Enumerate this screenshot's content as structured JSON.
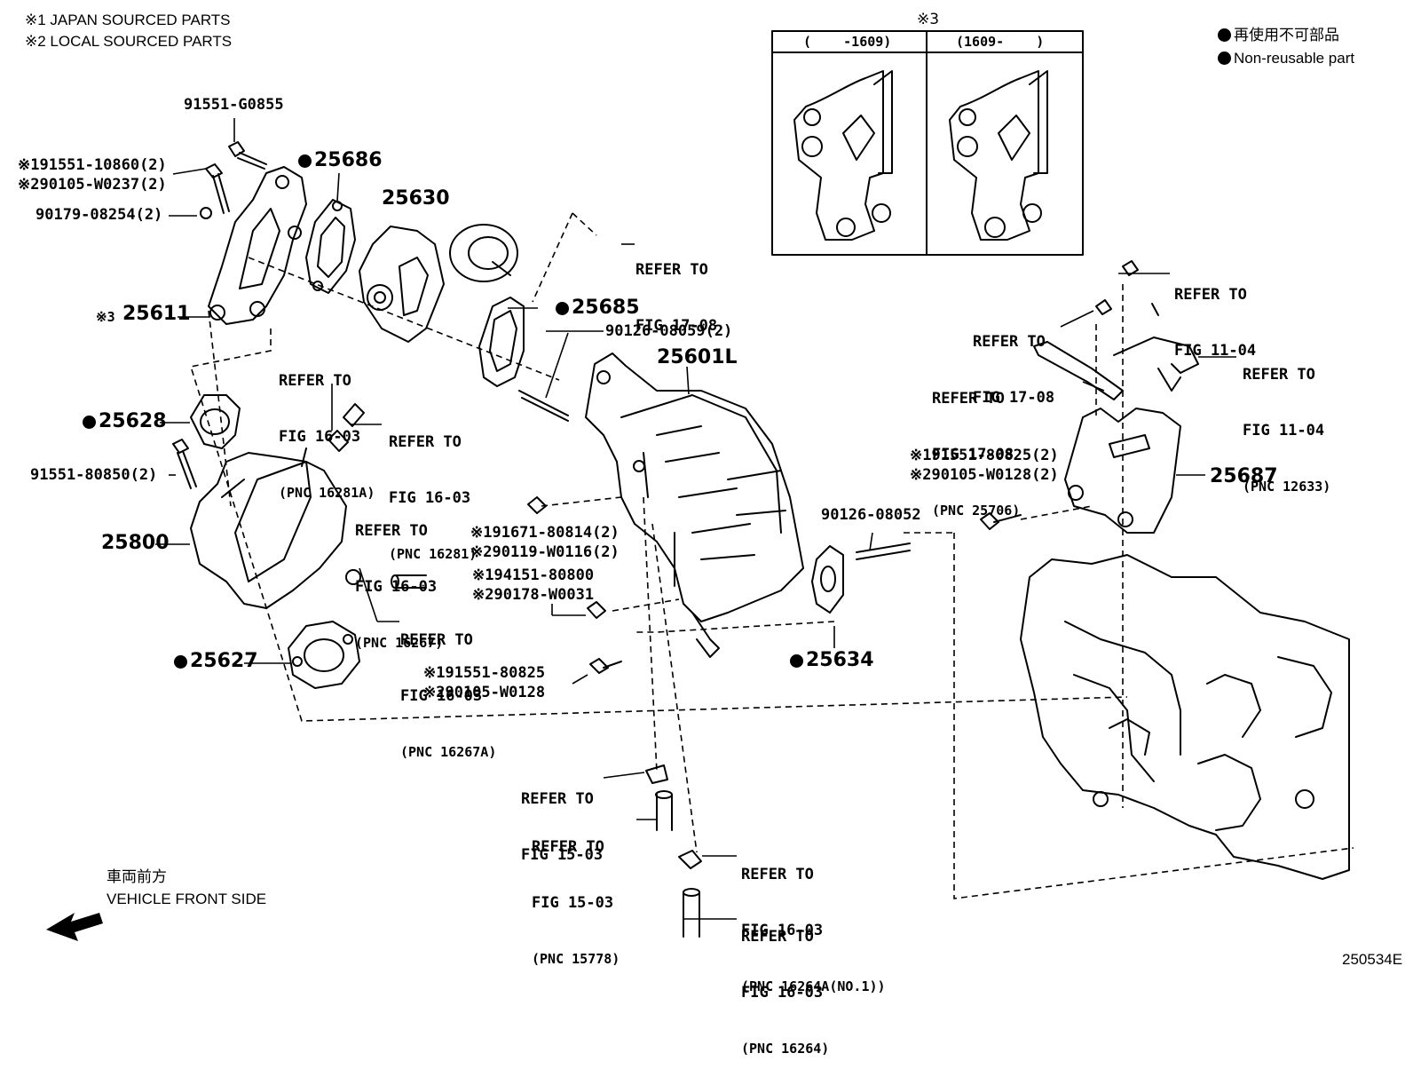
{
  "header": {
    "note1": "※1 JAPAN SOURCED PARTS",
    "note2": "※2 LOCAL SOURCED PARTS"
  },
  "legend": {
    "jp": "再使用不可部品",
    "en": "Non-reusable part"
  },
  "inset": {
    "mark": "※3",
    "left_header": "(    -1609)",
    "right_header": "(1609-    )"
  },
  "parts": {
    "p91551_G0855": "91551-G0855",
    "p91551_10860": "※191551-10860(2)",
    "p90105_W0237": "※290105-W0237(2)",
    "p90179_08254": "90179-08254(2)",
    "p25686": "25686",
    "p25630": "25630",
    "p25611_mark": "※3",
    "p25611": "25611",
    "p25685": "25685",
    "p90126_08059": "90126-08059(2)",
    "p25601L": "25601L",
    "p25628": "25628",
    "p91551_80850": "91551-80850(2)",
    "p25800": "25800",
    "p25627": "25627",
    "p91671_80814": "※191671-80814(2)",
    "p90119_W0116": "※290119-W0116(2)",
    "p94151_80800": "※194151-80800",
    "p90178_W0031": "※290178-W0031",
    "p91551_80825": "※191551-80825",
    "p90105_W0128": "※290105-W0128",
    "p90126_08052": "90126-08052",
    "p25634": "25634",
    "p91551_80825_2": "※191551-80825(2)",
    "p90105_W0128_2": "※290105-W0128(2)",
    "p25687": "25687"
  },
  "refs": {
    "r1708a": {
      "l1": "REFER TO",
      "l2": "FIG 17-08"
    },
    "r1603a": {
      "l1": "REFER TO",
      "l2": "FIG 16-03",
      "l3": "(PNC 16281A)"
    },
    "r1603b": {
      "l1": "REFER TO",
      "l2": "FIG 16-03",
      "l3": "(PNC 16281)"
    },
    "r1603c": {
      "l1": "REFER TO",
      "l2": "FIG 16-03",
      "l3": "(PNC 16267)"
    },
    "r1603d": {
      "l1": "REFER TO",
      "l2": "FIG 16-03",
      "l3": "(PNC 16267A)"
    },
    "r1503a": {
      "l1": "REFER TO",
      "l2": "FIG 15-03"
    },
    "r1503b": {
      "l1": "REFER TO",
      "l2": "FIG 15-03",
      "l3": "(PNC 15778)"
    },
    "r1603e": {
      "l1": "REFER TO",
      "l2": "FIG 16-03",
      "l3": "(PNC 16264A(NO.1))"
    },
    "r1603f": {
      "l1": "REFER TO",
      "l2": "FIG 16-03",
      "l3": "(PNC 16264)"
    },
    "r1104a": {
      "l1": "REFER TO",
      "l2": "FIG 11-04"
    },
    "r1708b": {
      "l1": "REFER TO",
      "l2": "FIG 17-08"
    },
    "r1708c": {
      "l1": "REFER TO",
      "l2": "FIG 17-08",
      "l3": "(PNC 25706)"
    },
    "r1104b": {
      "l1": "REFER TO",
      "l2": "FIG 11-04",
      "l3": "(PNC 12633)"
    }
  },
  "footer": {
    "front_jp": "車両前方",
    "front_en": "VEHICLE FRONT SIDE",
    "drawing_no": "250534E"
  }
}
